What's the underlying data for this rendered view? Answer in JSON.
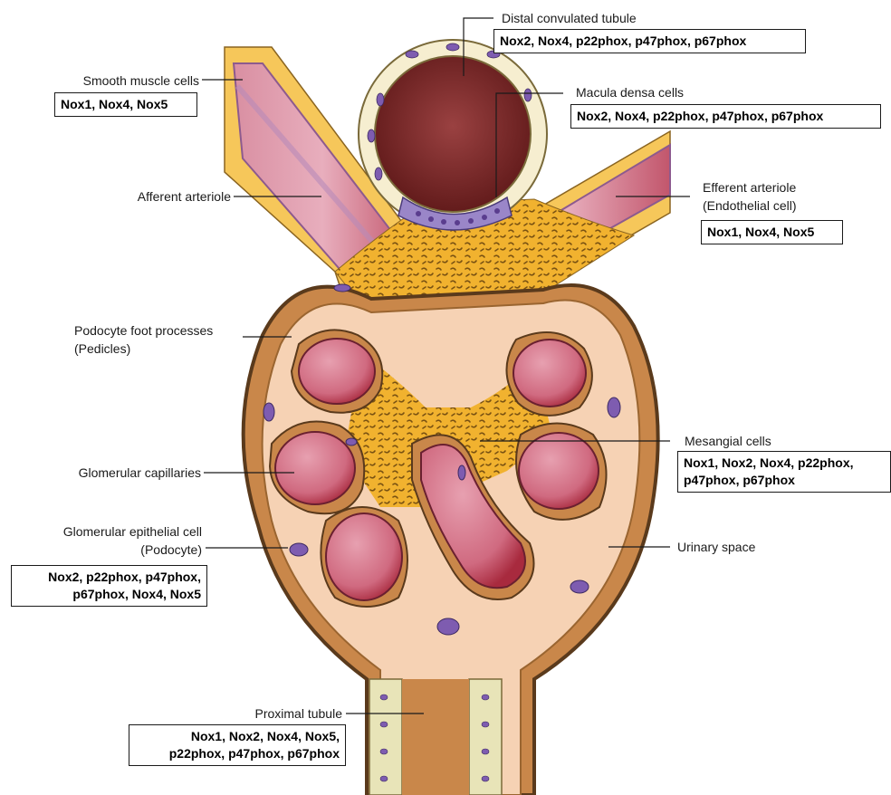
{
  "labels": {
    "dct": "Distal convulated tubule",
    "macula": "Macula densa cells",
    "smooth": "Smooth muscle cells",
    "afferent": "Afferent arteriole",
    "efferent_1": "Efferent arteriole",
    "efferent_2": "(Endothelial cell)",
    "podocyte_fp_1": "Podocyte foot processes",
    "podocyte_fp_2": "(Pedicles)",
    "mesangial": "Mesangial cells",
    "glom_cap": "Glomerular capillaries",
    "glom_epi_1": "Glomerular epithelial cell",
    "glom_epi_2": "(Podocyte)",
    "urinary": "Urinary space",
    "proximal": "Proximal tubule"
  },
  "boxes": {
    "dct": "Nox2, Nox4, p22phox, p47phox, p67phox",
    "macula": "Nox2, Nox4, p22phox, p47phox, p67phox",
    "smooth": "Nox1, Nox4, Nox5",
    "efferent": "Nox1, Nox4, Nox5",
    "mesangial_1": "Nox1, Nox2, Nox4, p22phox,",
    "mesangial_2": "p47phox, p67phox",
    "podocyte_1": "Nox2, p22phox, p47phox,",
    "podocyte_2": "p67phox, Nox4, Nox5",
    "proximal_1": "Nox1, Nox2, Nox4, Nox5,",
    "proximal_2": "p22phox, p47phox, p67phox"
  },
  "colors": {
    "capsule": "#5a3a1c",
    "bowman": "#c9874a",
    "urinary": "#f6d2b4",
    "capillary": "#c24a60",
    "capillary_light": "#e7a0b0",
    "mesangium": "#f1b22f",
    "nucleus": "#7e5cb0",
    "tubule_lumen": "#6b1e1e",
    "tubule_cell": "#f6eed0",
    "vessel_wall": "#c7a0c8"
  }
}
